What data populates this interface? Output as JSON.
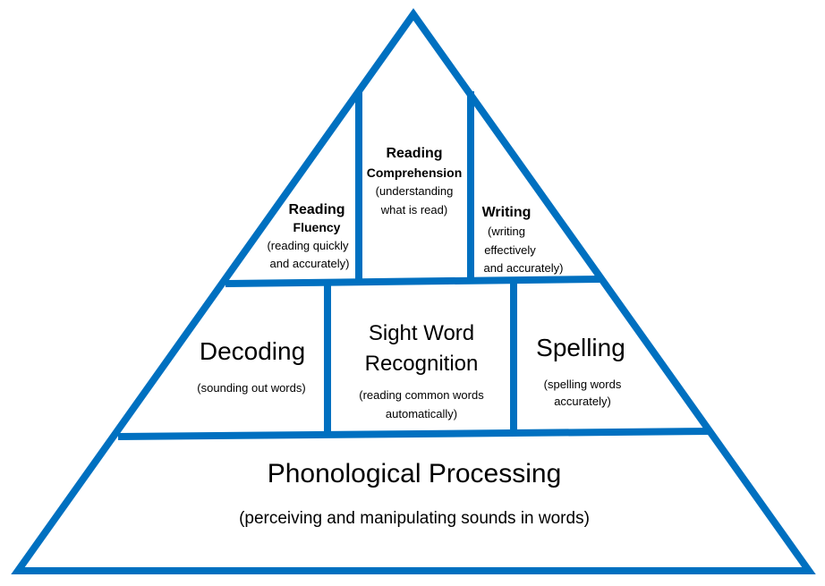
{
  "line_color": "#0070C0",
  "top": {
    "fluency": {
      "title1": "Reading",
      "title2": "Fluency",
      "desc1": "(reading quickly",
      "desc2": "and accurately)"
    },
    "comprehension": {
      "title1": "Reading",
      "title2": "Comprehension",
      "desc1": "(understanding",
      "desc2": "what is read)"
    },
    "writing": {
      "title": "Writing",
      "desc1": "(writing",
      "desc2": "effectively",
      "desc3": "and accurately)"
    }
  },
  "middle": {
    "decoding": {
      "title": "Decoding",
      "desc": "(sounding out words)"
    },
    "sight": {
      "title1": "Sight Word",
      "title2": "Recognition",
      "desc1": "(reading common words",
      "desc2": "automatically)"
    },
    "spelling": {
      "title": "Spelling",
      "desc1": "(spelling words",
      "desc2": "accurately)"
    }
  },
  "bottom": {
    "title": "Phonological Processing",
    "desc": "(perceiving and manipulating sounds in words)"
  }
}
